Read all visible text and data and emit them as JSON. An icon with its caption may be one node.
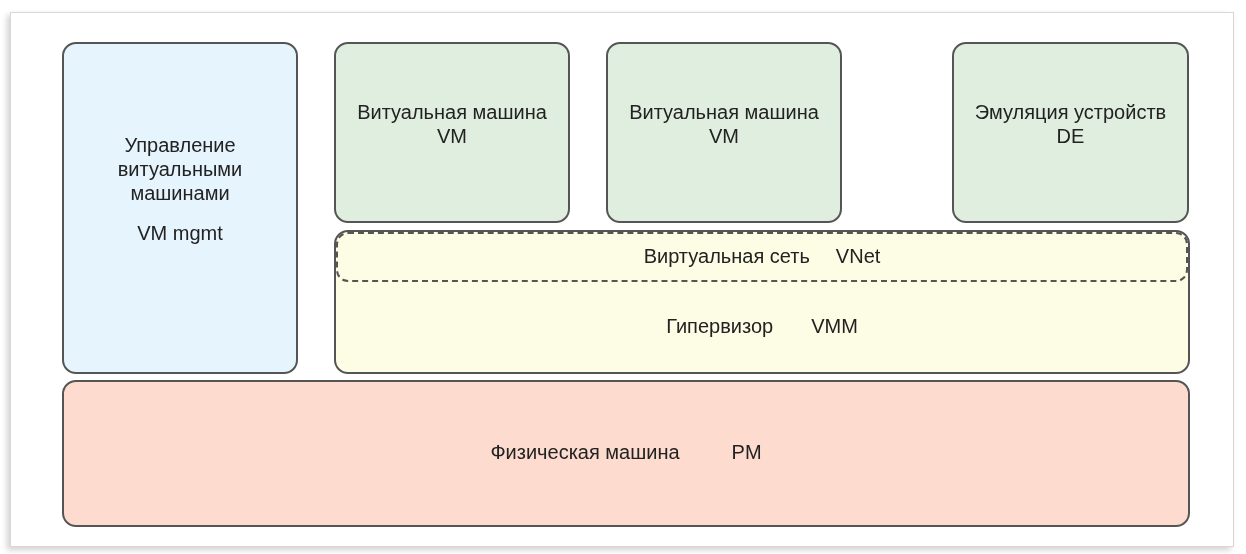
{
  "diagram": {
    "nodes": [
      {
        "text": [
          "Управление витуальными машинами",
          "VM mgmt"
        ]
      },
      {
        "text": [
          "Витуальная машина",
          "VM"
        ]
      },
      {
        "text": [
          "Витуальная машина",
          "VM"
        ]
      },
      {
        "text": [
          "Эмуляция устройств",
          "DE"
        ]
      },
      {
        "text": [
          "Гипервизор",
          "VMM"
        ]
      },
      {
        "text": [
          "Виртуальная сеть",
          "VNet"
        ],
        "in": 4
      },
      {
        "text": [
          "Физическая машина",
          "PM"
        ]
      }
    ]
  }
}
